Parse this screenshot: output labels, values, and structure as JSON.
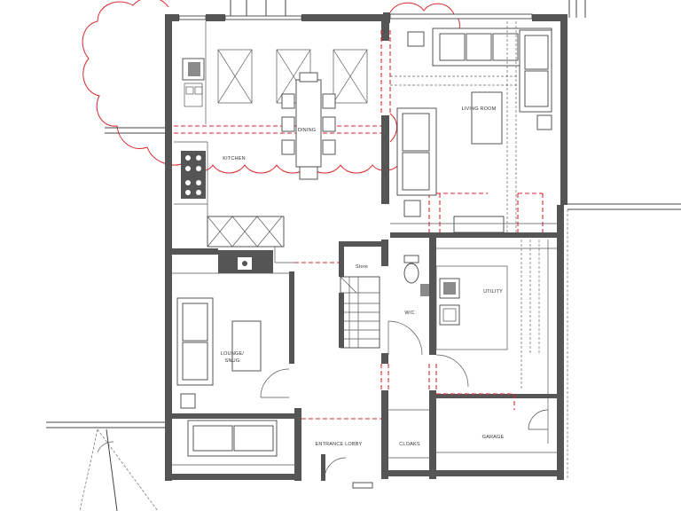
{
  "rooms": {
    "living_room": "LIVING ROOM",
    "dining": "DINING",
    "kitchen": "KITCHEN",
    "store": "Store",
    "wc": "W/C",
    "utility": "UTILITY",
    "lounge": "LOUNGE/\nSNUG",
    "lounge_line1": "LOUNGE/",
    "lounge_line2": "SNUG",
    "entrance_lobby": "ENTRANCE LOBBY",
    "cloaks": "CLOAKS",
    "garage": "GARAGE"
  },
  "colors": {
    "wall": "#555555",
    "proposed": "#d9262c",
    "line": "#444444"
  }
}
